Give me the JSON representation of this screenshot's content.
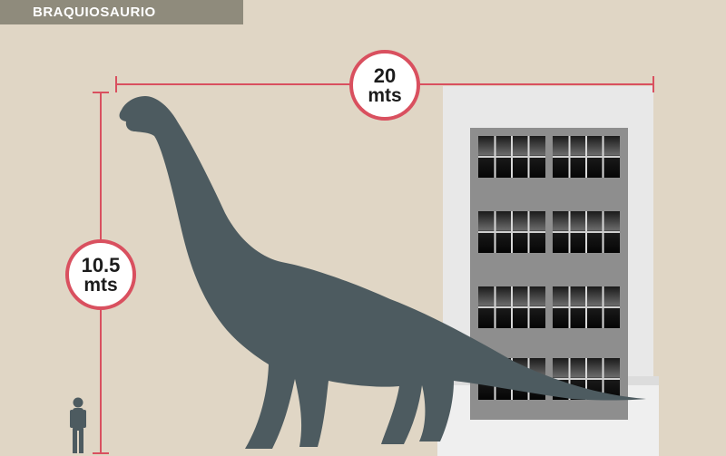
{
  "title": "BRAQUIOSAURIO",
  "measurements": {
    "length": {
      "value": "20",
      "unit": "mts"
    },
    "height": {
      "value": "10.5",
      "unit": "mts"
    }
  },
  "colors": {
    "background": "#e0d6c5",
    "title_bar": "#8f8b7c",
    "accent": "#d9505f",
    "silhouette": "#4d5b60",
    "building": "#e6e6e6"
  }
}
